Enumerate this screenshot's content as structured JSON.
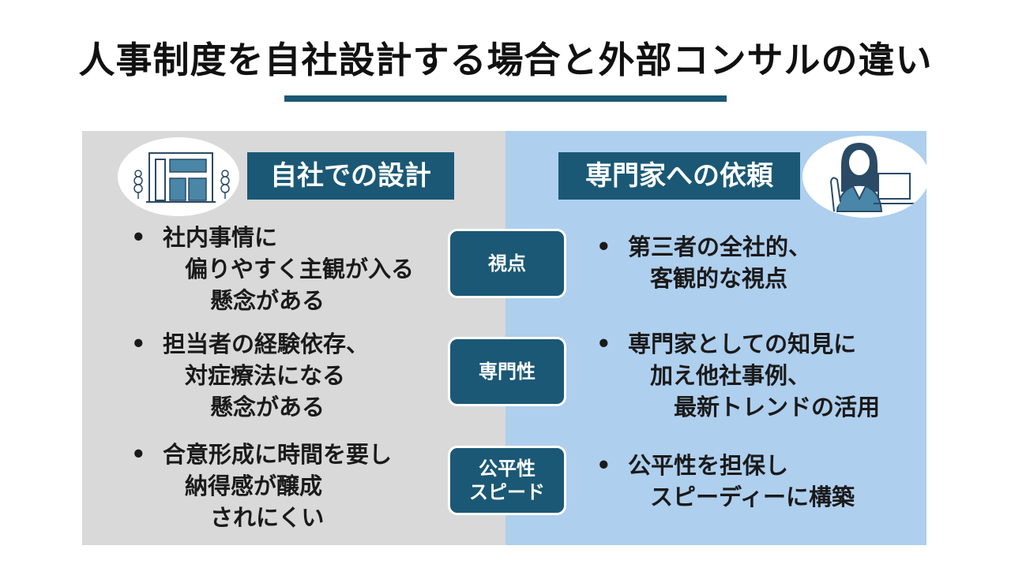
{
  "title": "人事制度を自社設計する場合と外部コンサルの違い",
  "left_heading": "自社での設計",
  "right_heading": "専門家への依頼",
  "bullet_symbol": "•",
  "criteria": [
    {
      "label": "視点"
    },
    {
      "label": "専門性"
    },
    {
      "label": "公平性\nスピード"
    }
  ],
  "left_items": [
    {
      "lines": [
        "社内事情に",
        "偏りやすく主観が入る",
        "懸念がある"
      ]
    },
    {
      "lines": [
        "担当者の経験依存、",
        "対症療法になる",
        "懸念がある"
      ]
    },
    {
      "lines": [
        "合意形成に時間を要し",
        "納得感が醸成",
        "されにくい"
      ]
    }
  ],
  "right_items": [
    {
      "lines": [
        "第三者の全社的、",
        "客観的な視点"
      ]
    },
    {
      "lines": [
        "専門家としての知見に",
        "加え他社事例、",
        "最新トレンドの活用"
      ]
    },
    {
      "lines": [
        "公平性を担保し",
        "スピーディーに構築"
      ]
    }
  ],
  "icons": {
    "left": "building-icon",
    "right": "consultant-icon"
  },
  "colors": {
    "accent": "#1b5875",
    "left_panel": "#d9d9d9",
    "right_panel": "#aecfee"
  }
}
